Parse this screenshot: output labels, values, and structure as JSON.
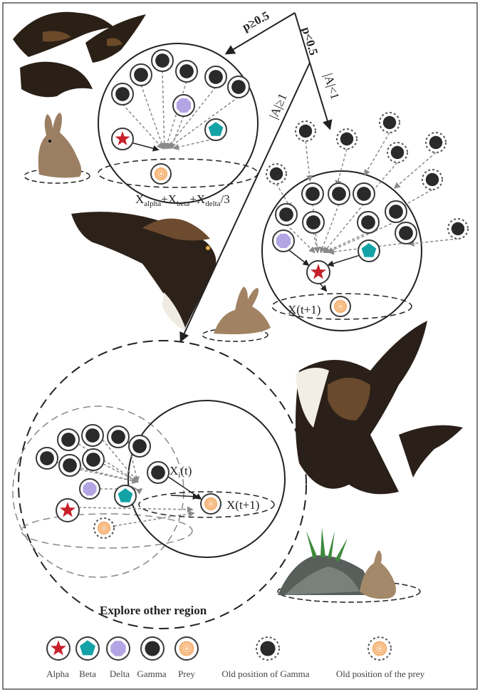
{
  "branches": {
    "p_ge": "p≥0.5",
    "p_lt": "p<0.5",
    "a_ge": "|A|≥1",
    "a_lt": "|A|<1"
  },
  "formula": {
    "x1": "X",
    "s1": "alpha",
    "plus1": "+X",
    "s2": "beta",
    "plus2": "+X",
    "s3": "delta",
    "tail": "/3"
  },
  "xt1_right": "X(t+1)",
  "xt1_bottom": "X(t+1)",
  "xi": {
    "base": "X",
    "sub": "i",
    "tail": "(t)"
  },
  "explore": "Explore other region",
  "legend": [
    {
      "key": "alpha",
      "label": "Alpha"
    },
    {
      "key": "beta",
      "label": "Beta"
    },
    {
      "key": "delta",
      "label": "Delta"
    },
    {
      "key": "gamma",
      "label": "Gamma"
    },
    {
      "key": "prey",
      "label": "Prey"
    },
    {
      "key": "old_gamma",
      "label": "Old position of Gamma"
    },
    {
      "key": "old_prey",
      "label": "Old position of the prey"
    }
  ],
  "colors": {
    "alpha": "#c8202a",
    "beta": "#13a3a6",
    "delta": "#b3a4e3",
    "gamma": "#2a2a2a",
    "prey": "#f4a35c",
    "border": "#3a3a3a"
  },
  "illustrations": [
    "hawk-pair-icon",
    "rabbit-icon",
    "hawk-swooping-icon",
    "hawk-flying-icon",
    "rabbit-burrow-icon"
  ]
}
